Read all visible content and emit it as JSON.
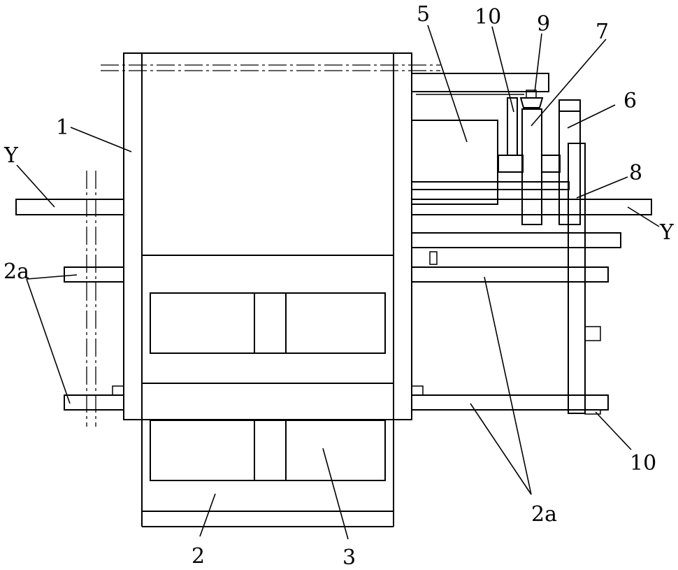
{
  "labels": {
    "frame": "1",
    "body": "2",
    "shaft_pin": "2a",
    "block": "3",
    "motor": "5",
    "plate": "6",
    "wheel": "7",
    "bar": "8",
    "nut": "9",
    "spacer": "10",
    "axis": "Y"
  }
}
